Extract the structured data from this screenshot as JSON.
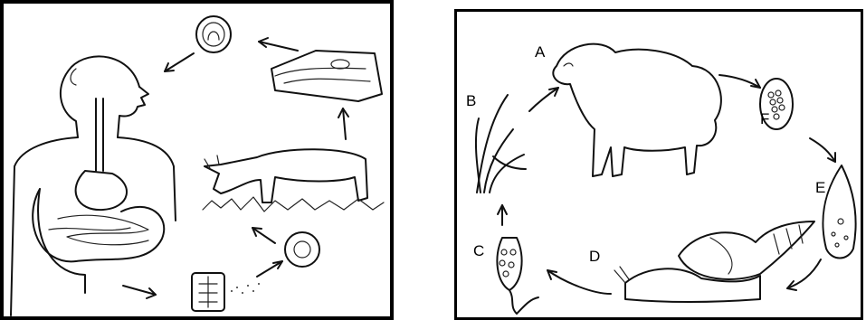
{
  "left_diagram": {},
  "right_diagram": {
    "labels": {
      "a": "A",
      "b": "B",
      "c": "C",
      "d": "D",
      "e": "E",
      "f": "F"
    }
  }
}
